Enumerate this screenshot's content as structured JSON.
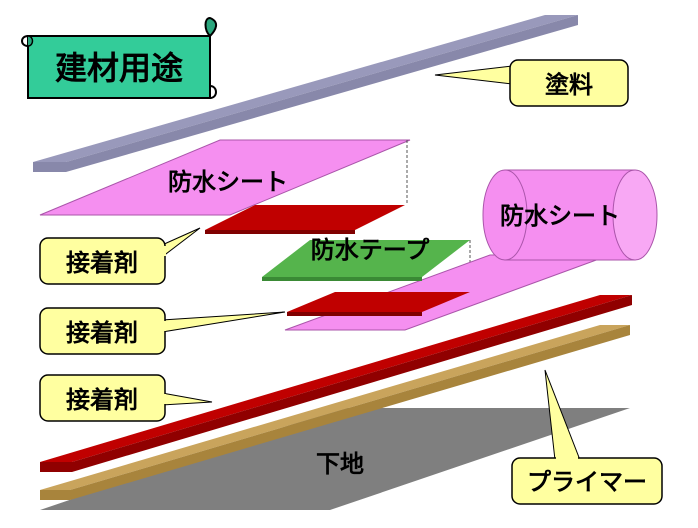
{
  "title": "建材用途",
  "labels": {
    "paint": "塗料",
    "sheet": "防水シート",
    "sheet_roll": "防水シート",
    "tape": "防水テープ",
    "adhesive1": "接着剤",
    "adhesive2": "接着剤",
    "adhesive3": "接着剤",
    "substrate": "下地",
    "primer": "プライマー"
  },
  "colors": {
    "paint": "#9999bb",
    "sheet": "#f58ff0",
    "adhesive": "#c00000",
    "tape": "#55b44c",
    "substrate": "#7f7f7f",
    "primer": "#c9a45c",
    "callout": "#ffffa0",
    "banner": "#33cc99"
  }
}
